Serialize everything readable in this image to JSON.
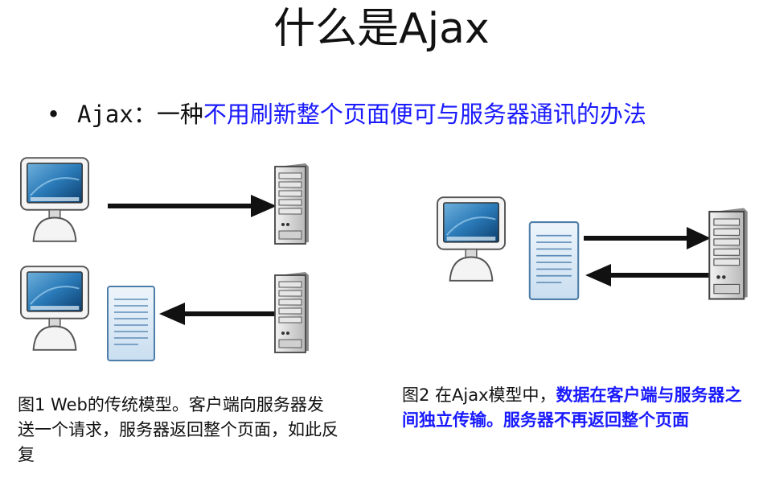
{
  "slide": {
    "title": "什么是Ajax",
    "bullet": {
      "marker": "•",
      "lead": "Ajax：一种",
      "highlight": "不用刷新整个页面便可与服务器通讯的办法"
    }
  },
  "figure1": {
    "caption": "图1 Web的传统模型。客户端向服务器发送一个请求，服务器返回整个页面，如此反复"
  },
  "figure2": {
    "caption_plain": "图2 在Ajax模型中，",
    "caption_highlight": "数据在客户端与服务器之间独立传输。服务器不再返回整个页面"
  },
  "colors": {
    "highlight_text": "#1a1aff",
    "arrow": "#111111",
    "monitor_screen": "#2a7ab8",
    "document_fill": "#dbeaf7"
  },
  "icons": [
    "computer-icon",
    "server-icon",
    "document-icon",
    "arrow-right-icon",
    "arrow-left-icon"
  ]
}
